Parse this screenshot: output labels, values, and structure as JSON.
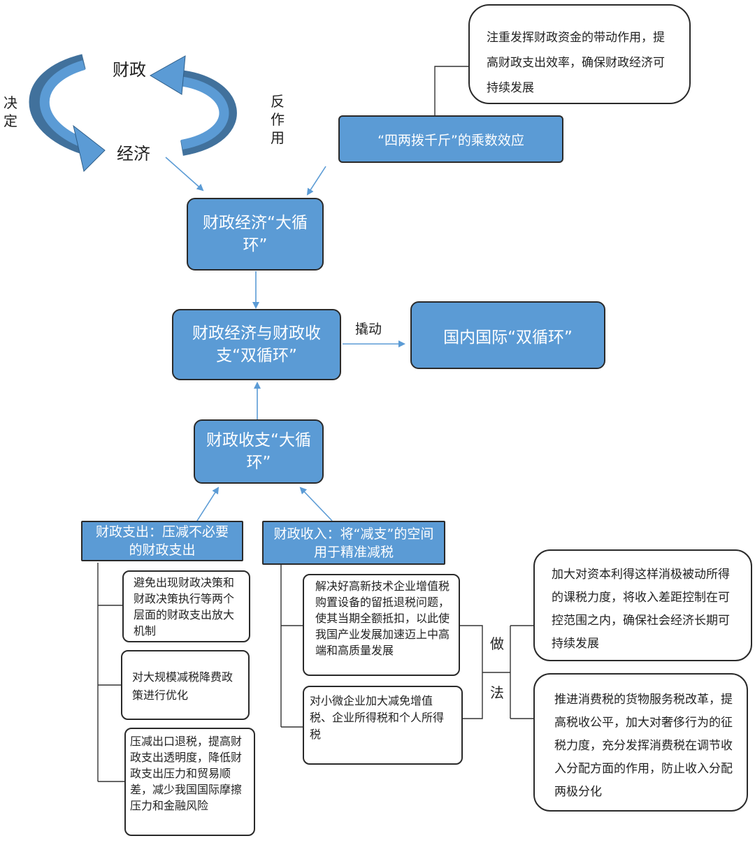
{
  "cycle": {
    "fiscal": "财政",
    "economy": "经济",
    "decide": "决定",
    "react": "反作用"
  },
  "top_note": "注重发挥财政资金的带动作用，提高财政支出效率，确保财政经济可持续发展",
  "multiplier": "“四两拨千斤”的乘数效应",
  "big_cycle_fiscal_economy": "财政经济“大循环”",
  "dual_cycle_fiscal": "财政经济与财政收支“双循环”",
  "leverage_label": "撬动",
  "domestic_intl": "国内国际“双循环”",
  "big_cycle_revenue_expenditure": "财政收支“大循环”",
  "expenditure_header": "财政支出：压减不必要的财政支出",
  "revenue_header": "财政收入：将“减支”的空间用于精准减税",
  "expenditure_items": [
    "避免出现财政决策和财政决策执行等两个层面的财政支出放大机制",
    "对大规模减税降费政策进行优化",
    "压减出口退税，提高财政支出透明度，降低财政支出压力和贸易顺差，减少我国国际摩擦压力和金融风险"
  ],
  "revenue_items": [
    "解决好高新技术企业增值税购置设备的留抵退税问题，使其当期全额抵扣，以此使我国产业发展加速迈上中高端和高质量发展",
    "对小微企业加大减免增值税、企业所得税和个人所得税"
  ],
  "approach_label": [
    "做",
    "法"
  ],
  "approach_items": [
    "加大对资本利得这样消极被动所得的课税力度，将收入差距控制在可控范围之内，确保社会经济长期可持续发展",
    "推进消费税的货物服务税改革，提高税收公平，加大对奢侈行为的征税力度，充分发挥消费税在调节收入分配方面的作用，防止收入分配两极分化"
  ],
  "colors": {
    "node_fill": "#5b9bd5",
    "node_dark": "#41719c",
    "arrow": "#5b9bd5",
    "line": "#333333"
  }
}
